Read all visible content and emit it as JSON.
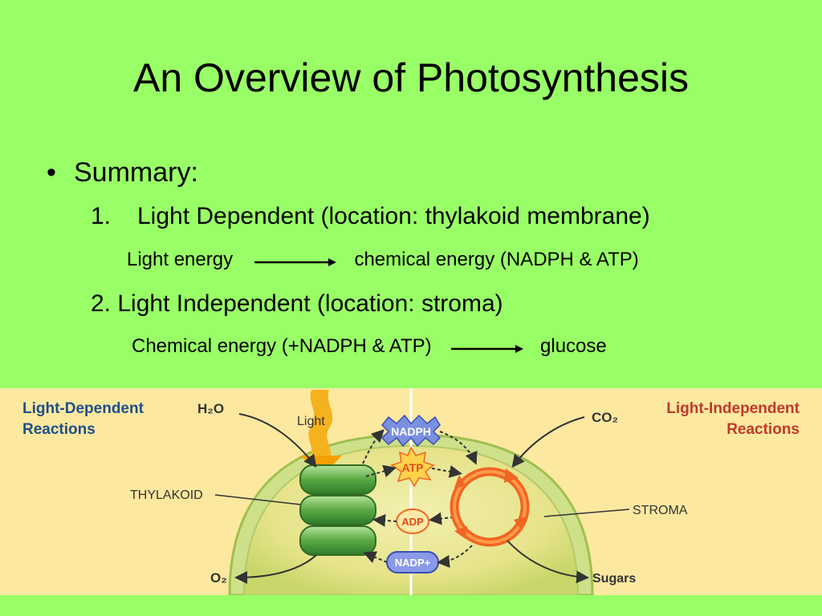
{
  "slide": {
    "title": "An Overview of Photosynthesis",
    "bullet": "Summary:",
    "item1_num": "1.",
    "item1_text": "Light Dependent (location: thylakoid membrane)",
    "item1_from": "Light energy",
    "item1_to": "chemical energy (NADPH & ATP)",
    "item2_text": "2. Light Independent (location: stroma)",
    "item2_from": "Chemical energy (+NADPH & ATP)",
    "item2_to": "glucose"
  },
  "diagram": {
    "left_title_1": "Light-Dependent",
    "left_title_2": "Reactions",
    "right_title_1": "Light-Independent",
    "right_title_2": "Reactions",
    "h2o": "H₂O",
    "light": "Light",
    "thylakoid": "THYLAKOID",
    "o2": "O₂",
    "nadph": "NADPH",
    "atp": "ATP",
    "adp": "ADP",
    "nadp_plus": "NADP+",
    "co2": "CO₂",
    "stroma": "STROMA",
    "sugars": "Sugars"
  },
  "colors": {
    "slide_bg": "#99ff66",
    "diagram_bg": "#fde8a0",
    "left_title": "#1f4e8c",
    "right_title": "#c0392b",
    "calvin_cycle": "#f26522"
  }
}
